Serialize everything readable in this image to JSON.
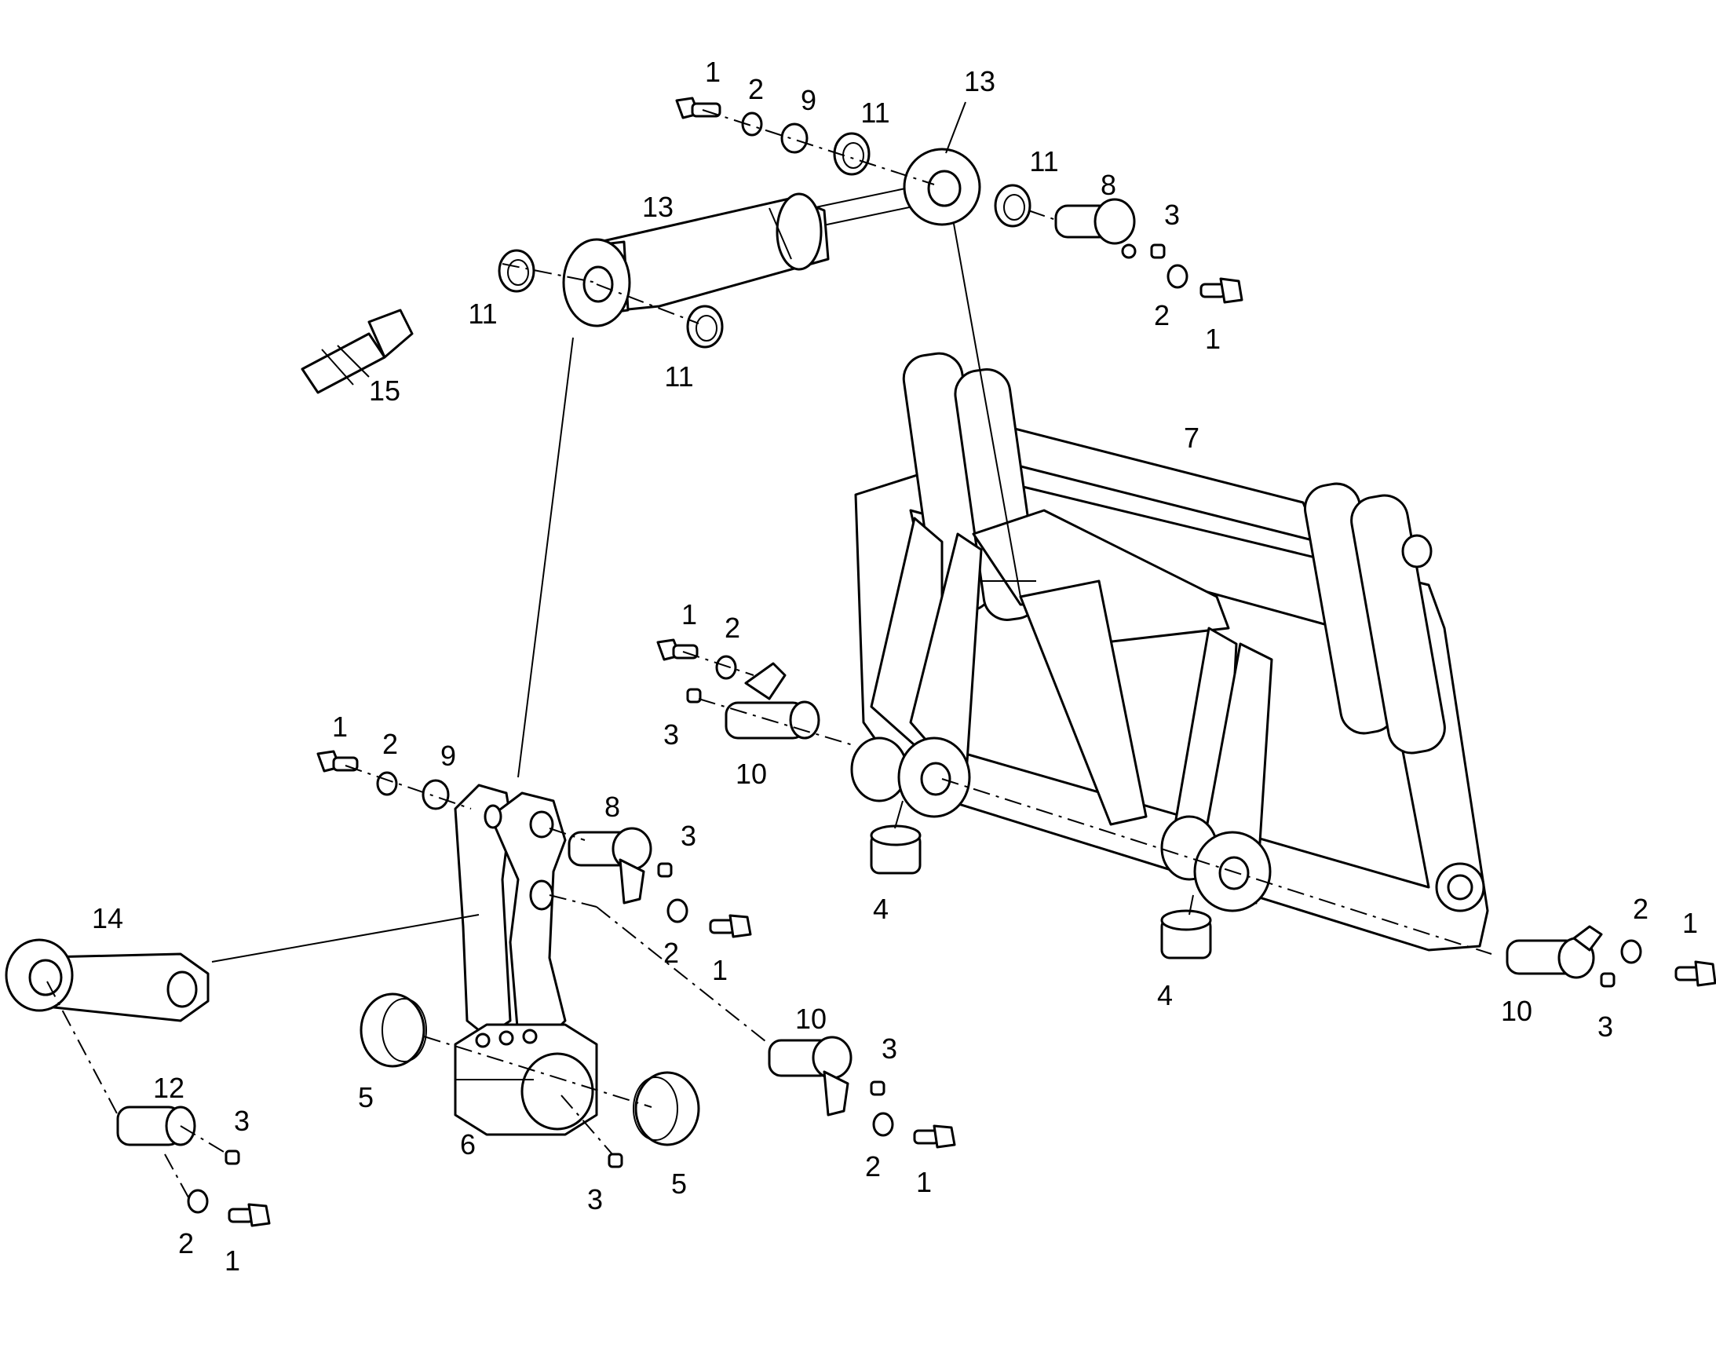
{
  "callouts": [
    {
      "id": "c1a",
      "text": "1"
    },
    {
      "id": "c2a",
      "text": "2"
    },
    {
      "id": "c9a",
      "text": "9"
    },
    {
      "id": "c11a",
      "text": "11"
    },
    {
      "id": "c13a",
      "text": "13"
    },
    {
      "id": "c11b",
      "text": "11"
    },
    {
      "id": "c8a",
      "text": "8"
    },
    {
      "id": "c3a",
      "text": "3"
    },
    {
      "id": "c2b",
      "text": "2"
    },
    {
      "id": "c1b",
      "text": "1"
    },
    {
      "id": "c13b",
      "text": "13"
    },
    {
      "id": "c11c",
      "text": "11"
    },
    {
      "id": "c11d",
      "text": "11"
    },
    {
      "id": "c15",
      "text": "15"
    },
    {
      "id": "c7",
      "text": "7"
    },
    {
      "id": "c1c",
      "text": "1"
    },
    {
      "id": "c2c",
      "text": "2"
    },
    {
      "id": "c3b",
      "text": "3"
    },
    {
      "id": "c10a",
      "text": "10"
    },
    {
      "id": "c1d",
      "text": "1"
    },
    {
      "id": "c2d",
      "text": "2"
    },
    {
      "id": "c9b",
      "text": "9"
    },
    {
      "id": "c8b",
      "text": "8"
    },
    {
      "id": "c3c",
      "text": "3"
    },
    {
      "id": "c2e",
      "text": "2"
    },
    {
      "id": "c1e",
      "text": "1"
    },
    {
      "id": "c14",
      "text": "14"
    },
    {
      "id": "c4a",
      "text": "4"
    },
    {
      "id": "c4b",
      "text": "4"
    },
    {
      "id": "c2f",
      "text": "2"
    },
    {
      "id": "c1f",
      "text": "1"
    },
    {
      "id": "c10b",
      "text": "10"
    },
    {
      "id": "c3d",
      "text": "3"
    },
    {
      "id": "c10c",
      "text": "10"
    },
    {
      "id": "c3e",
      "text": "3"
    },
    {
      "id": "c5a",
      "text": "5"
    },
    {
      "id": "c6",
      "text": "6"
    },
    {
      "id": "c12",
      "text": "12"
    },
    {
      "id": "c3f",
      "text": "3"
    },
    {
      "id": "c2g",
      "text": "2"
    },
    {
      "id": "c1g",
      "text": "1"
    },
    {
      "id": "c3g",
      "text": "3"
    },
    {
      "id": "c5b",
      "text": "5"
    },
    {
      "id": "c2h",
      "text": "2"
    },
    {
      "id": "c1h",
      "text": "1"
    }
  ]
}
